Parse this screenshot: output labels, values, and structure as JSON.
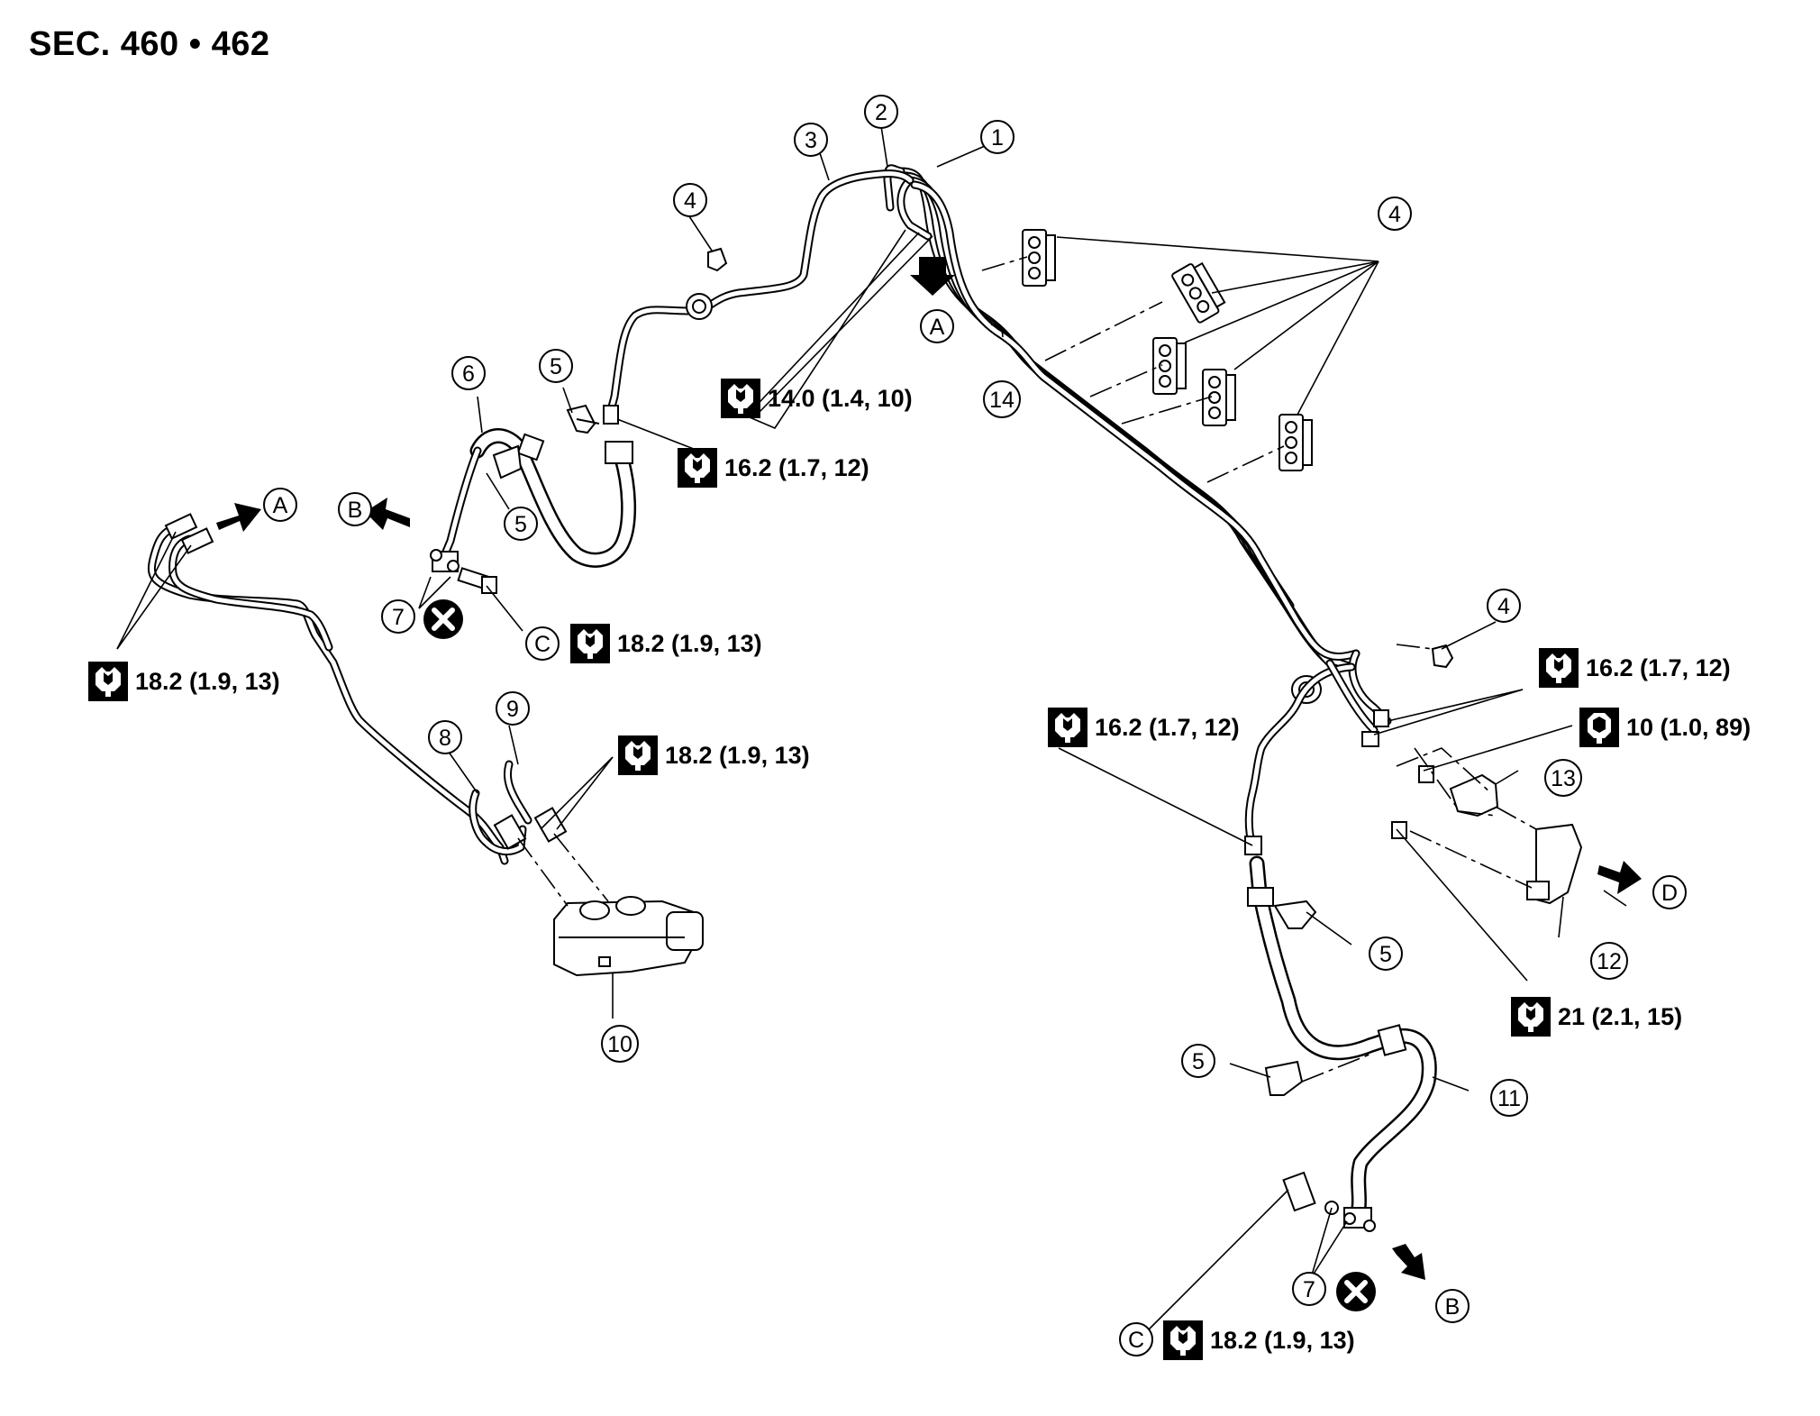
{
  "header": {
    "title": "SEC. 460 • 462"
  },
  "callouts": {
    "c1": "1",
    "c2": "2",
    "c3": "3",
    "c4a": "4",
    "c4b": "4",
    "c4c": "4",
    "c5a": "5",
    "c5b": "5",
    "c5c": "5",
    "c5d": "5",
    "c6": "6",
    "c7a": "7",
    "c7b": "7",
    "c8": "8",
    "c9": "9",
    "c10": "10",
    "c11": "11",
    "c12": "12",
    "c13": "13",
    "c14": "14"
  },
  "refs": {
    "a1": "A",
    "a2": "A",
    "b1": "B",
    "b2": "B",
    "cc1": "C",
    "cc2": "C",
    "d1": "D"
  },
  "torques": {
    "t_14_0": "14.0 (1.4, 10)",
    "t_16_2_top": "16.2 (1.7, 12)",
    "t_18_2_left": "18.2 (1.9, 13)",
    "t_18_2_c_top": "18.2 (1.9, 13)",
    "t_18_2_mid": "18.2 (1.9, 13)",
    "t_16_2_right": "16.2 (1.7, 12)",
    "t_16_2_center": "16.2 (1.7, 12)",
    "t_10_1_0": "10 (1.0, 89)",
    "t_21": "21 (2.1, 15)",
    "t_18_2_bottom": "18.2 (1.9, 13)"
  },
  "icons": {
    "wrench": "flare-nut-wrench-icon",
    "socket": "socket-wrench-icon",
    "no_reuse": "do-not-reuse-icon",
    "arrow": "direction-arrow-icon"
  }
}
